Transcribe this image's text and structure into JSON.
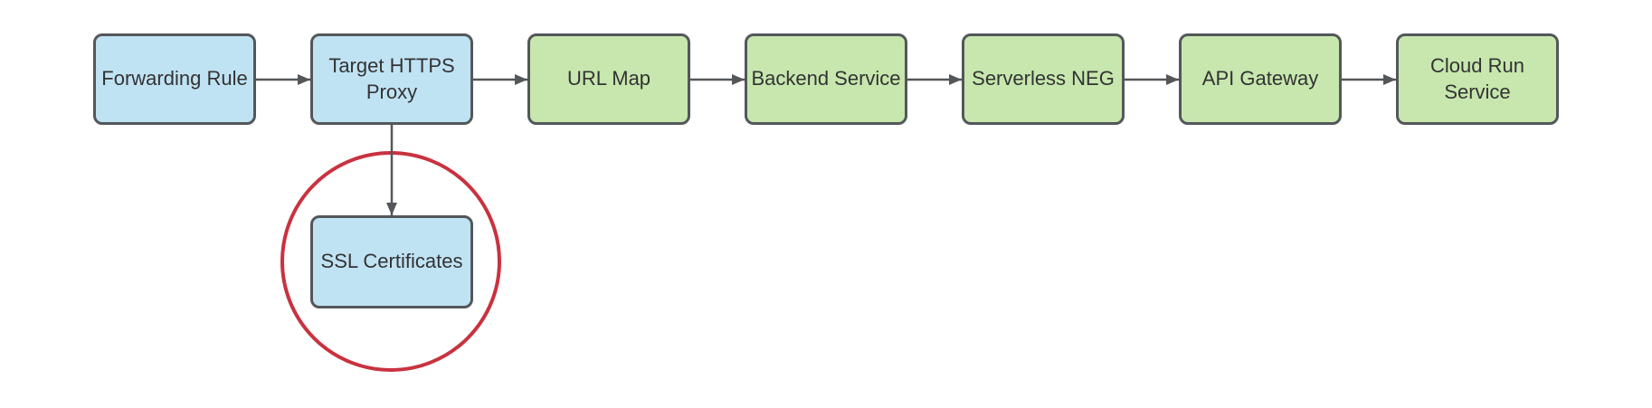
{
  "diagram": {
    "nodes": [
      {
        "label": "Forwarding Rule",
        "fill": "blue"
      },
      {
        "label": "Target HTTPS\nProxy",
        "fill": "blue"
      },
      {
        "label": "URL Map",
        "fill": "green"
      },
      {
        "label": "Backend Service",
        "fill": "green"
      },
      {
        "label": "Serverless NEG",
        "fill": "green"
      },
      {
        "label": "API Gateway",
        "fill": "green"
      },
      {
        "label": "Cloud Run\nService",
        "fill": "green"
      },
      {
        "label": "SSL Certificates",
        "fill": "blue"
      }
    ],
    "edges": [
      {
        "from": "Forwarding Rule",
        "to": "Target HTTPS Proxy"
      },
      {
        "from": "Target HTTPS Proxy",
        "to": "URL Map"
      },
      {
        "from": "URL Map",
        "to": "Backend Service"
      },
      {
        "from": "Backend Service",
        "to": "Serverless NEG"
      },
      {
        "from": "Serverless NEG",
        "to": "API Gateway"
      },
      {
        "from": "API Gateway",
        "to": "Cloud Run Service"
      },
      {
        "from": "Target HTTPS Proxy",
        "to": "SSL Certificates"
      }
    ],
    "annotation": {
      "shape": "circle",
      "highlights": "SSL Certificates",
      "color": "#c9323f"
    }
  },
  "theme": {
    "background": "#ffffff",
    "box_blue_fill": "#c0e3f4",
    "box_green_fill": "#c7e7ae",
    "box_border": "#54575a",
    "connector": "#54575a",
    "label_text": "#333333",
    "highlight_red": "#c9323f"
  }
}
